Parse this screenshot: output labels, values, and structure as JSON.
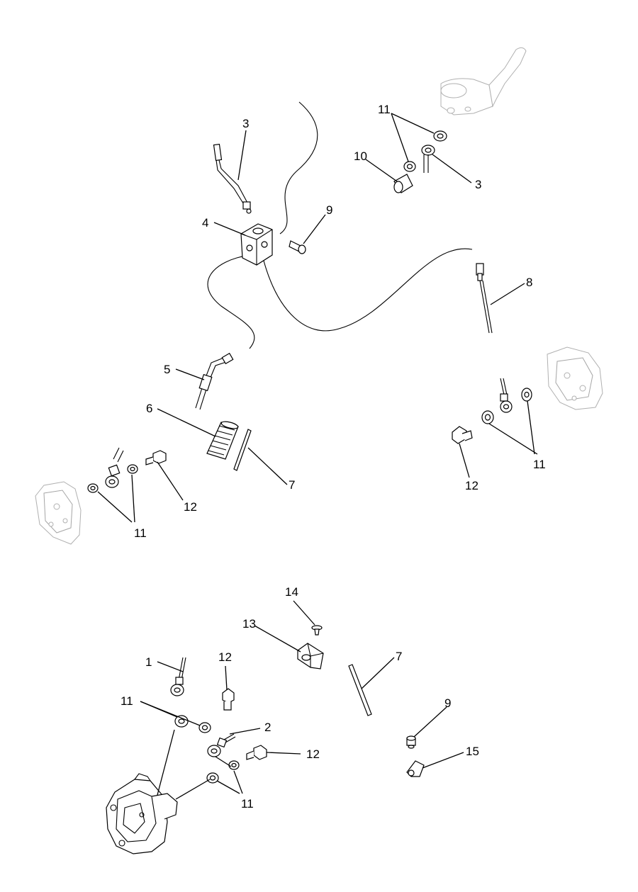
{
  "callouts": {
    "upper_left": {
      "c3": "3",
      "c4": "4",
      "c9": "9",
      "c5": "5",
      "c6": "6",
      "c7": "7",
      "c12": "12",
      "c11": "11"
    },
    "upper_right": {
      "c11": "11",
      "c10": "10",
      "c3": "3",
      "c8": "8",
      "c11b": "11",
      "c12": "12"
    },
    "lower": {
      "c14": "14",
      "c13": "13",
      "c1": "1",
      "c12": "12",
      "c7": "7",
      "c11": "11",
      "c2": "2",
      "c12b": "12",
      "c9": "9",
      "c15": "15",
      "c11b": "11"
    }
  }
}
